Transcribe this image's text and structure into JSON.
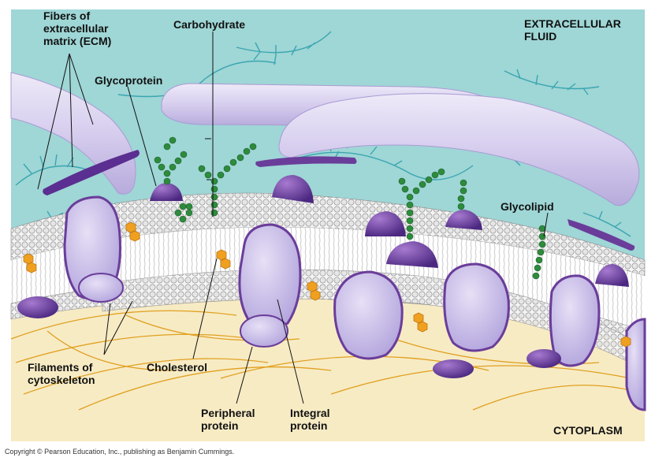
{
  "labels": {
    "fibers_ecm": "Fibers of\nextracellular\nmatrix (ECM)",
    "carbohydrate": "Carbohydrate",
    "glycoprotein": "Glycoprotein",
    "extracellular_fluid": "EXTRACELLULAR\nFLUID",
    "glycolipid": "Glycolipid",
    "filaments_cytoskeleton": "Filaments of\ncytoskeleton",
    "cholesterol": "Cholesterol",
    "peripheral_protein": "Peripheral\nprotein",
    "integral_protein": "Integral\nprotein",
    "cytoplasm": "CYTOPLASM"
  },
  "copyright": "Copyright © Pearson Education, Inc., publishing as Benjamin Cummings.",
  "colors": {
    "extracellular": "#9fd6d6",
    "cytoplasm": "#f7ebc4",
    "protein": "#bfb3e3",
    "protein_dark": "#6a3d9a",
    "fiber": "#d9d2ee",
    "carbohydrate": "#2e8b3d",
    "cholesterol": "#f0a020",
    "filament": "#e0a020",
    "ecm_branch": "#3aa6b0"
  }
}
